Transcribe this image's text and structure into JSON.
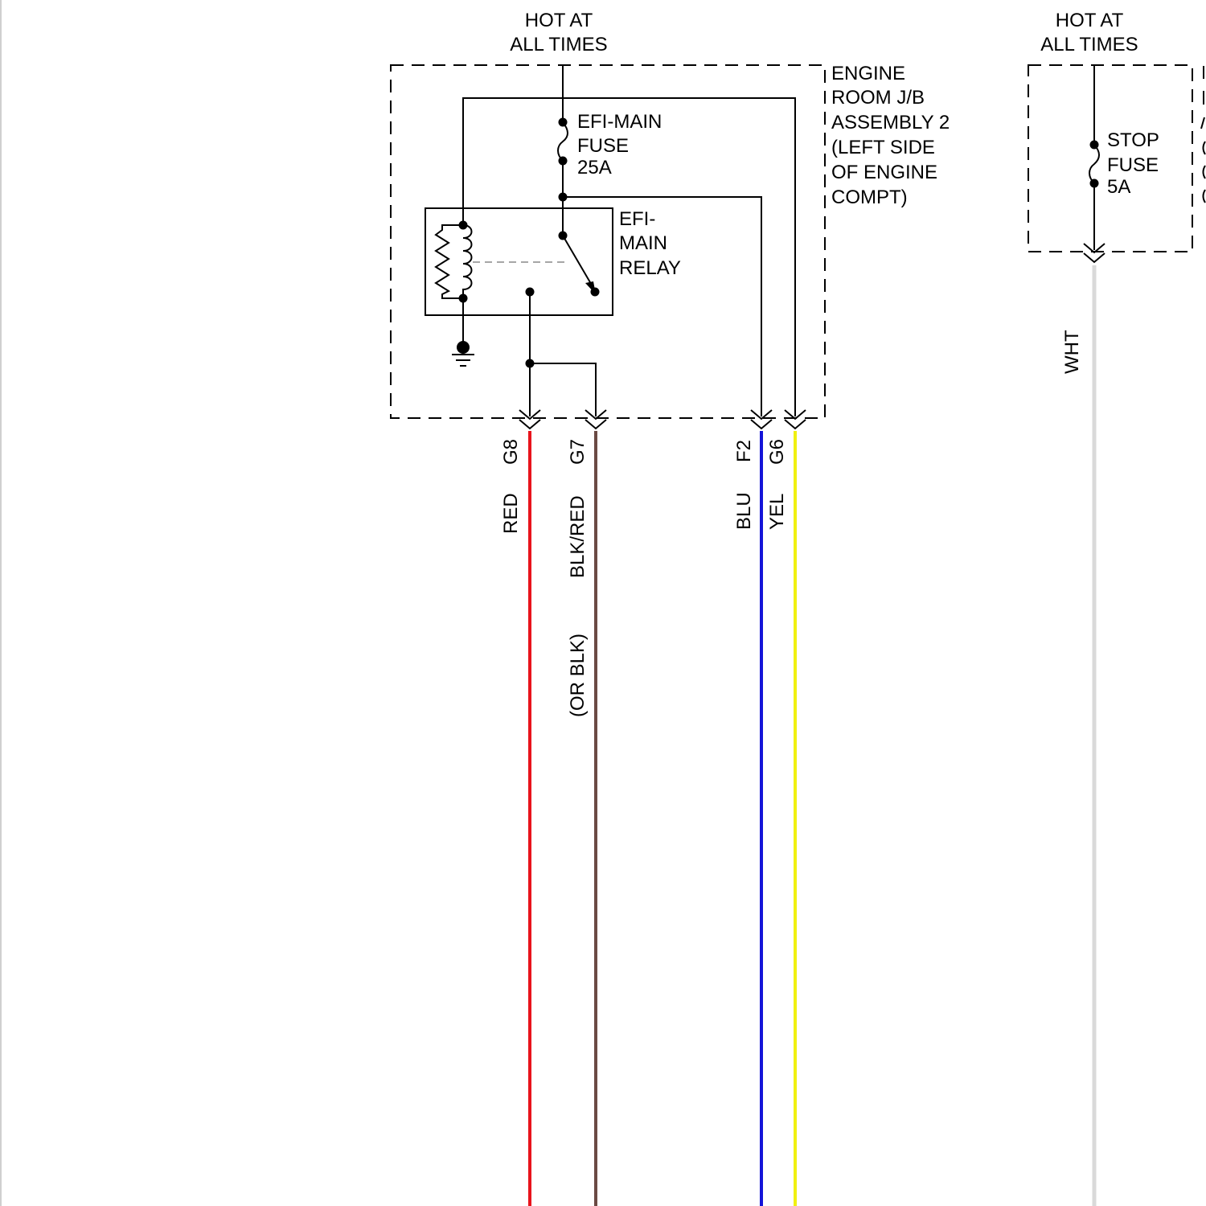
{
  "left_junction_block": {
    "supply_label_line1": "HOT AT",
    "supply_label_line2": "ALL TIMES",
    "name_line1": "ENGINE",
    "name_line2": "ROOM J/B",
    "name_line3": "ASSEMBLY 2",
    "name_line4": "(LEFT SIDE",
    "name_line5": "OF ENGINE",
    "name_line6": "COMPT)",
    "fuse": {
      "line1": "EFI-MAIN",
      "line2": "FUSE",
      "line3": "25A"
    },
    "relay": {
      "line1": "EFI-",
      "line2": "MAIN",
      "line3": "RELAY"
    }
  },
  "right_junction_block": {
    "supply_label_line1": "HOT AT",
    "supply_label_line2": "ALL TIMES",
    "fuse": {
      "line1": "STOP",
      "line2": "FUSE",
      "line3": "5A"
    }
  },
  "terminals": [
    {
      "pin": "G8",
      "wire_color": "RED",
      "note": "",
      "color": "#e8141c"
    },
    {
      "pin": "G7",
      "wire_color": "BLK/RED",
      "note": "(OR BLK)",
      "color": "#6b4a44"
    },
    {
      "pin": "F2",
      "wire_color": "BLU",
      "note": "",
      "color": "#1414d8"
    },
    {
      "pin": "G6",
      "wire_color": "YEL",
      "note": "",
      "color": "#f0f010"
    }
  ],
  "stop_wire": {
    "wire_color": "WHT",
    "color": "#d9d9d9"
  }
}
